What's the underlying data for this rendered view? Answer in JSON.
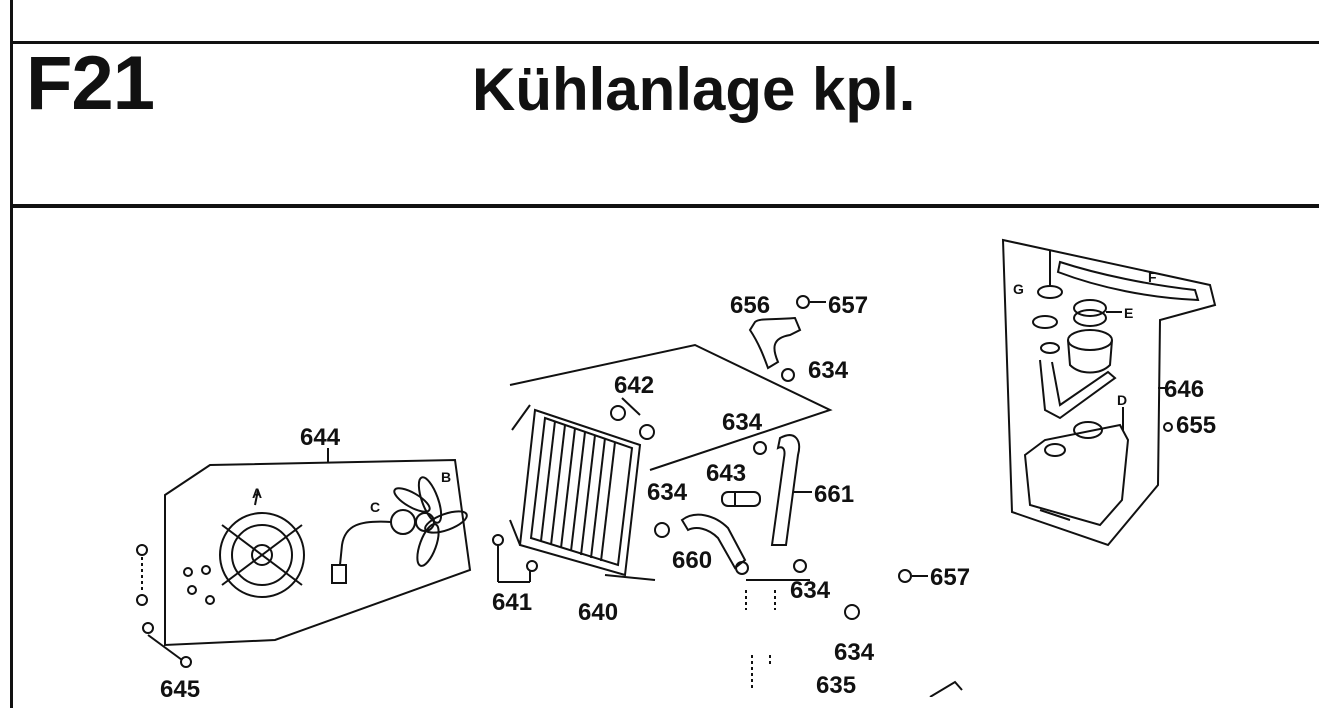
{
  "header": {
    "code": "F21",
    "title": "Kühlanlage kpl."
  },
  "parts": {
    "p656": "656",
    "p657a": "657",
    "p634a": "634",
    "p642": "642",
    "p634b": "634",
    "p643": "643",
    "p634c": "634",
    "p661": "661",
    "p660": "660",
    "p634d": "634",
    "p657b": "657",
    "p634e": "634",
    "p635": "635",
    "p644": "644",
    "p641": "641",
    "p640": "640",
    "p645": "645",
    "p646": "646",
    "p655": "655"
  },
  "subparts": {
    "A": "A",
    "B": "B",
    "C": "C",
    "D": "D",
    "E": "E",
    "F": "F",
    "G": "G"
  }
}
